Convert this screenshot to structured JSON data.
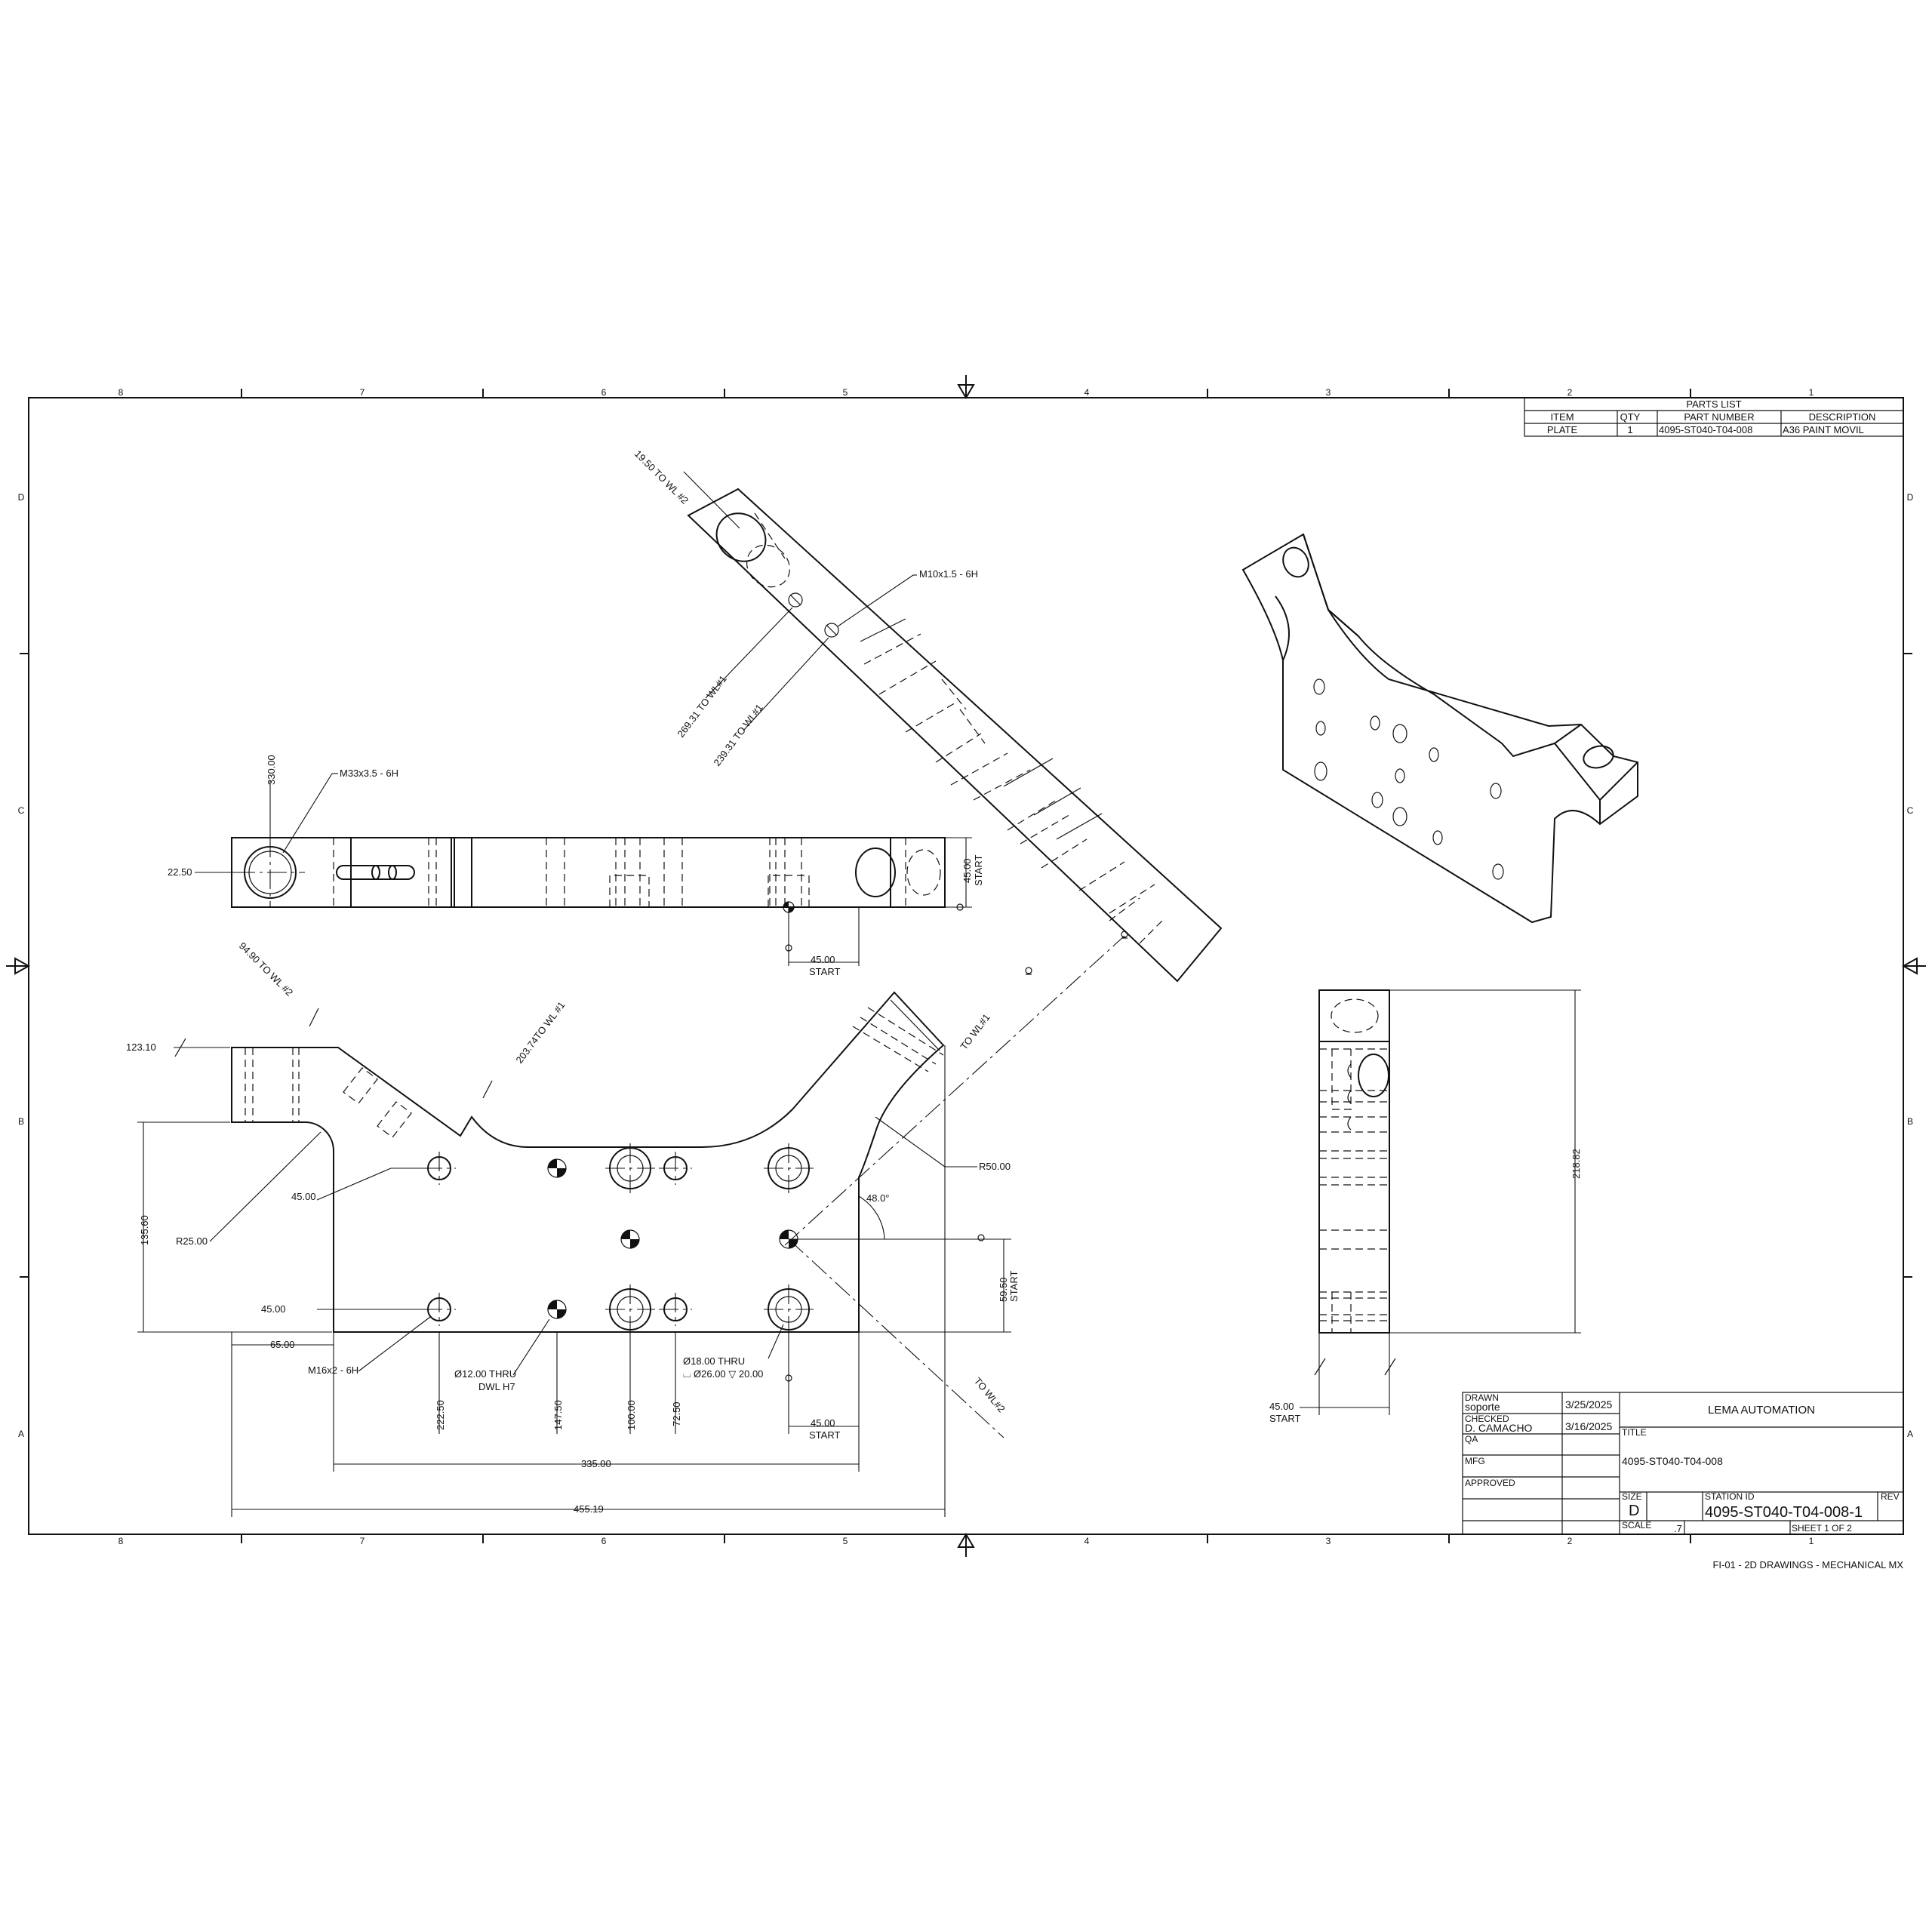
{
  "frame": {
    "top_zones": [
      "8",
      "7",
      "6",
      "5",
      "4",
      "3",
      "2",
      "1"
    ],
    "side_zones": [
      "D",
      "C",
      "B",
      "A"
    ],
    "footer_note": "FI-01 - 2D DRAWINGS - MECHANICAL MX"
  },
  "parts_list": {
    "title": "PARTS LIST",
    "headers": [
      "ITEM",
      "QTY",
      "PART NUMBER",
      "DESCRIPTION"
    ],
    "row": [
      "PLATE",
      "1",
      "4095-ST040-T04-008",
      "A36 PAINT MOVIL"
    ]
  },
  "title_block": {
    "drawn_label": "DRAWN",
    "drawn_by": "soporte",
    "drawn_date": "3/25/2025",
    "checked_label": "CHECKED",
    "checked_by": "D. CAMACHO",
    "checked_date": "3/16/2025",
    "qa_label": "QA",
    "mfg_label": "MFG",
    "approved_label": "APPROVED",
    "company": "LEMA AUTOMATION",
    "title_label": "TITLE",
    "title_value": "4095-ST040-T04-008",
    "size_label": "SIZE",
    "size_value": "D",
    "station_label": "STATION ID",
    "station_value": "4095-ST040-T04-008-1",
    "rev_label": "REV",
    "scale_label": "SCALE",
    "scale_value": ".7",
    "sheet_label": "SHEET 1  OF 2"
  },
  "dims": {
    "d330": "330.00",
    "m33": "M33x3.5 - 6H",
    "d2250": "22.50",
    "d4500_start_vert": "45.00",
    "start": "START",
    "d4500": "45.00",
    "wl2_top": "19.50 TO WL #2",
    "m10": "M10x1.5 - 6H",
    "wl1_269": "269.31  TO WL#1",
    "wl1_239": "239.31 TO WL#1",
    "wl2_9490": "94.90 TO WL #2",
    "wl1_203": "203.74TO WL #1",
    "to_wl1": "TO WL#1",
    "to_wl2": "TO WL#2",
    "d12310": "123.10",
    "d13560": "135.60",
    "r25": "R25.00",
    "d45_a": "45.00",
    "d45_b": "45.00",
    "d6500": "65.00",
    "m16": "M16x2 - 6H",
    "dwl12": "Ø12.00 THRU",
    "dwl_h7": "DWL H7",
    "d18": "Ø18.00 THRU",
    "d26": "⌴ Ø26.00 ▽ 20.00",
    "d22250": "222.50",
    "d14750": "147.50",
    "d10000": "100.00",
    "d7250": "72.50",
    "d33500": "335.00",
    "d45519": "455.19",
    "r50": "R50.00",
    "ang48": "48.0°",
    "d5950": "59.50",
    "d21882": "218.82",
    "d4500_side": "45.00"
  }
}
